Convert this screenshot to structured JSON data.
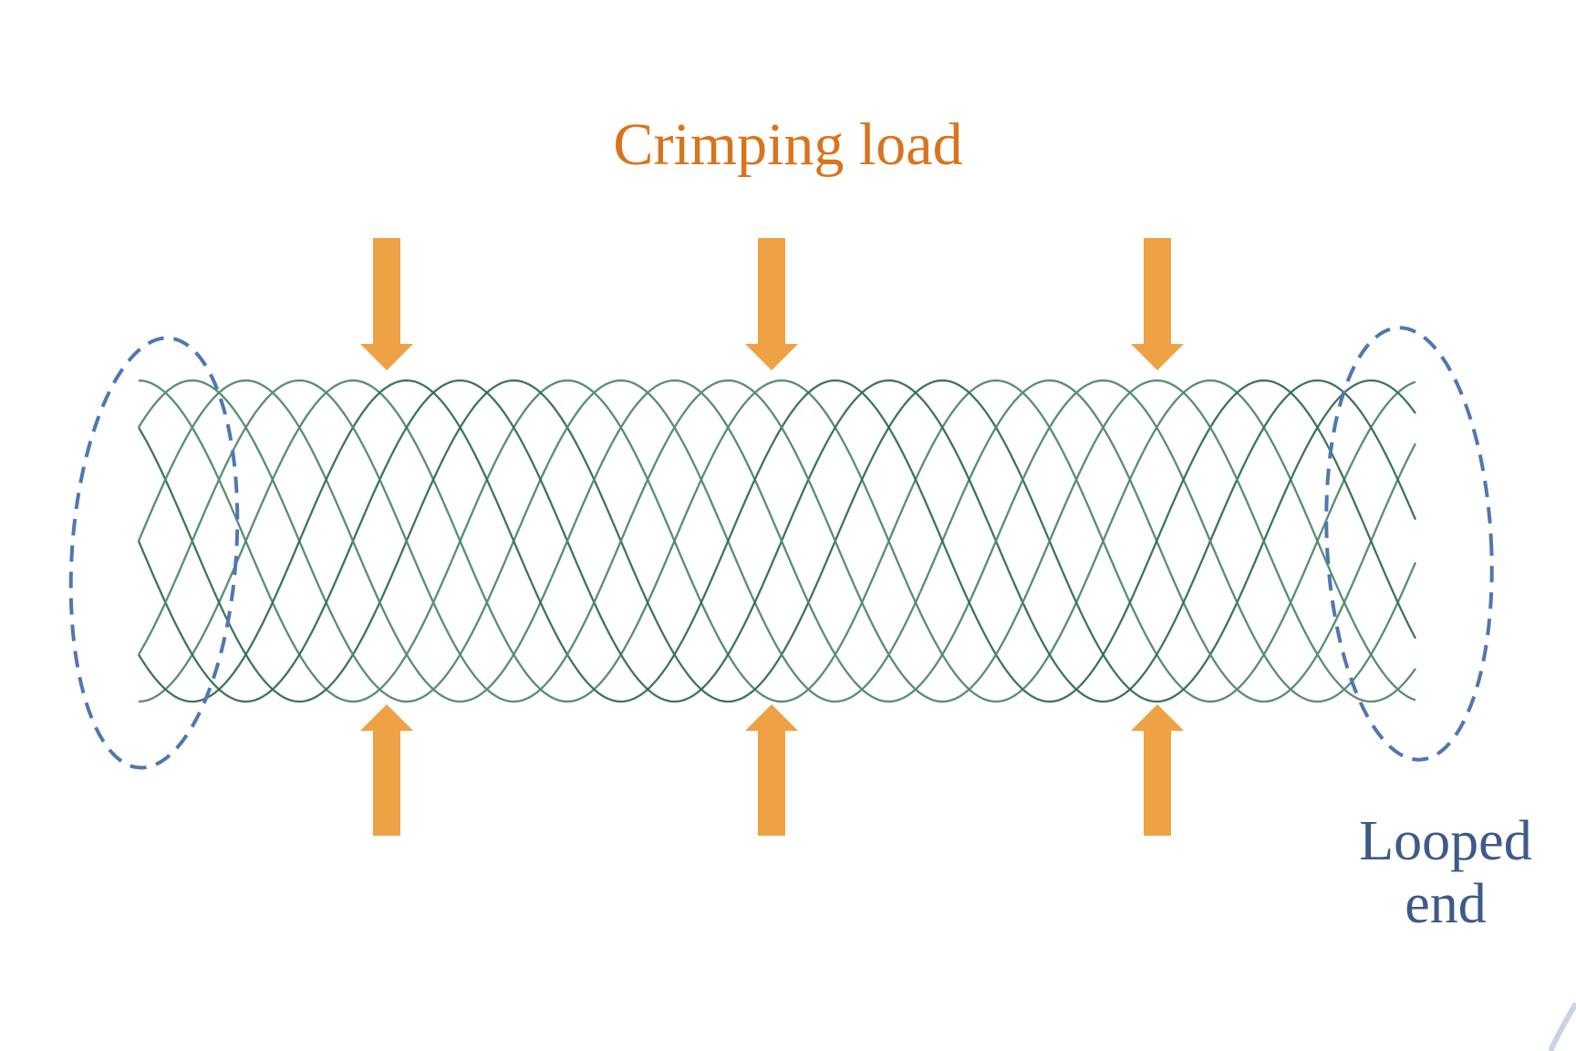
{
  "title": "Crimping load",
  "looped_end": {
    "line1": "Looped",
    "line2": "end"
  },
  "colors": {
    "load": "#eea245",
    "load_text": "#d9741c",
    "ellipse": "#4f77b0",
    "looped_text": "#3e5a89",
    "mesh": "#2f6b4c",
    "mesh_light": "#5d9478",
    "corner": "#c8d3e4"
  },
  "icons": {
    "load_arrow": "arrow-down-icon",
    "support_arrow": "arrow-up-icon"
  }
}
